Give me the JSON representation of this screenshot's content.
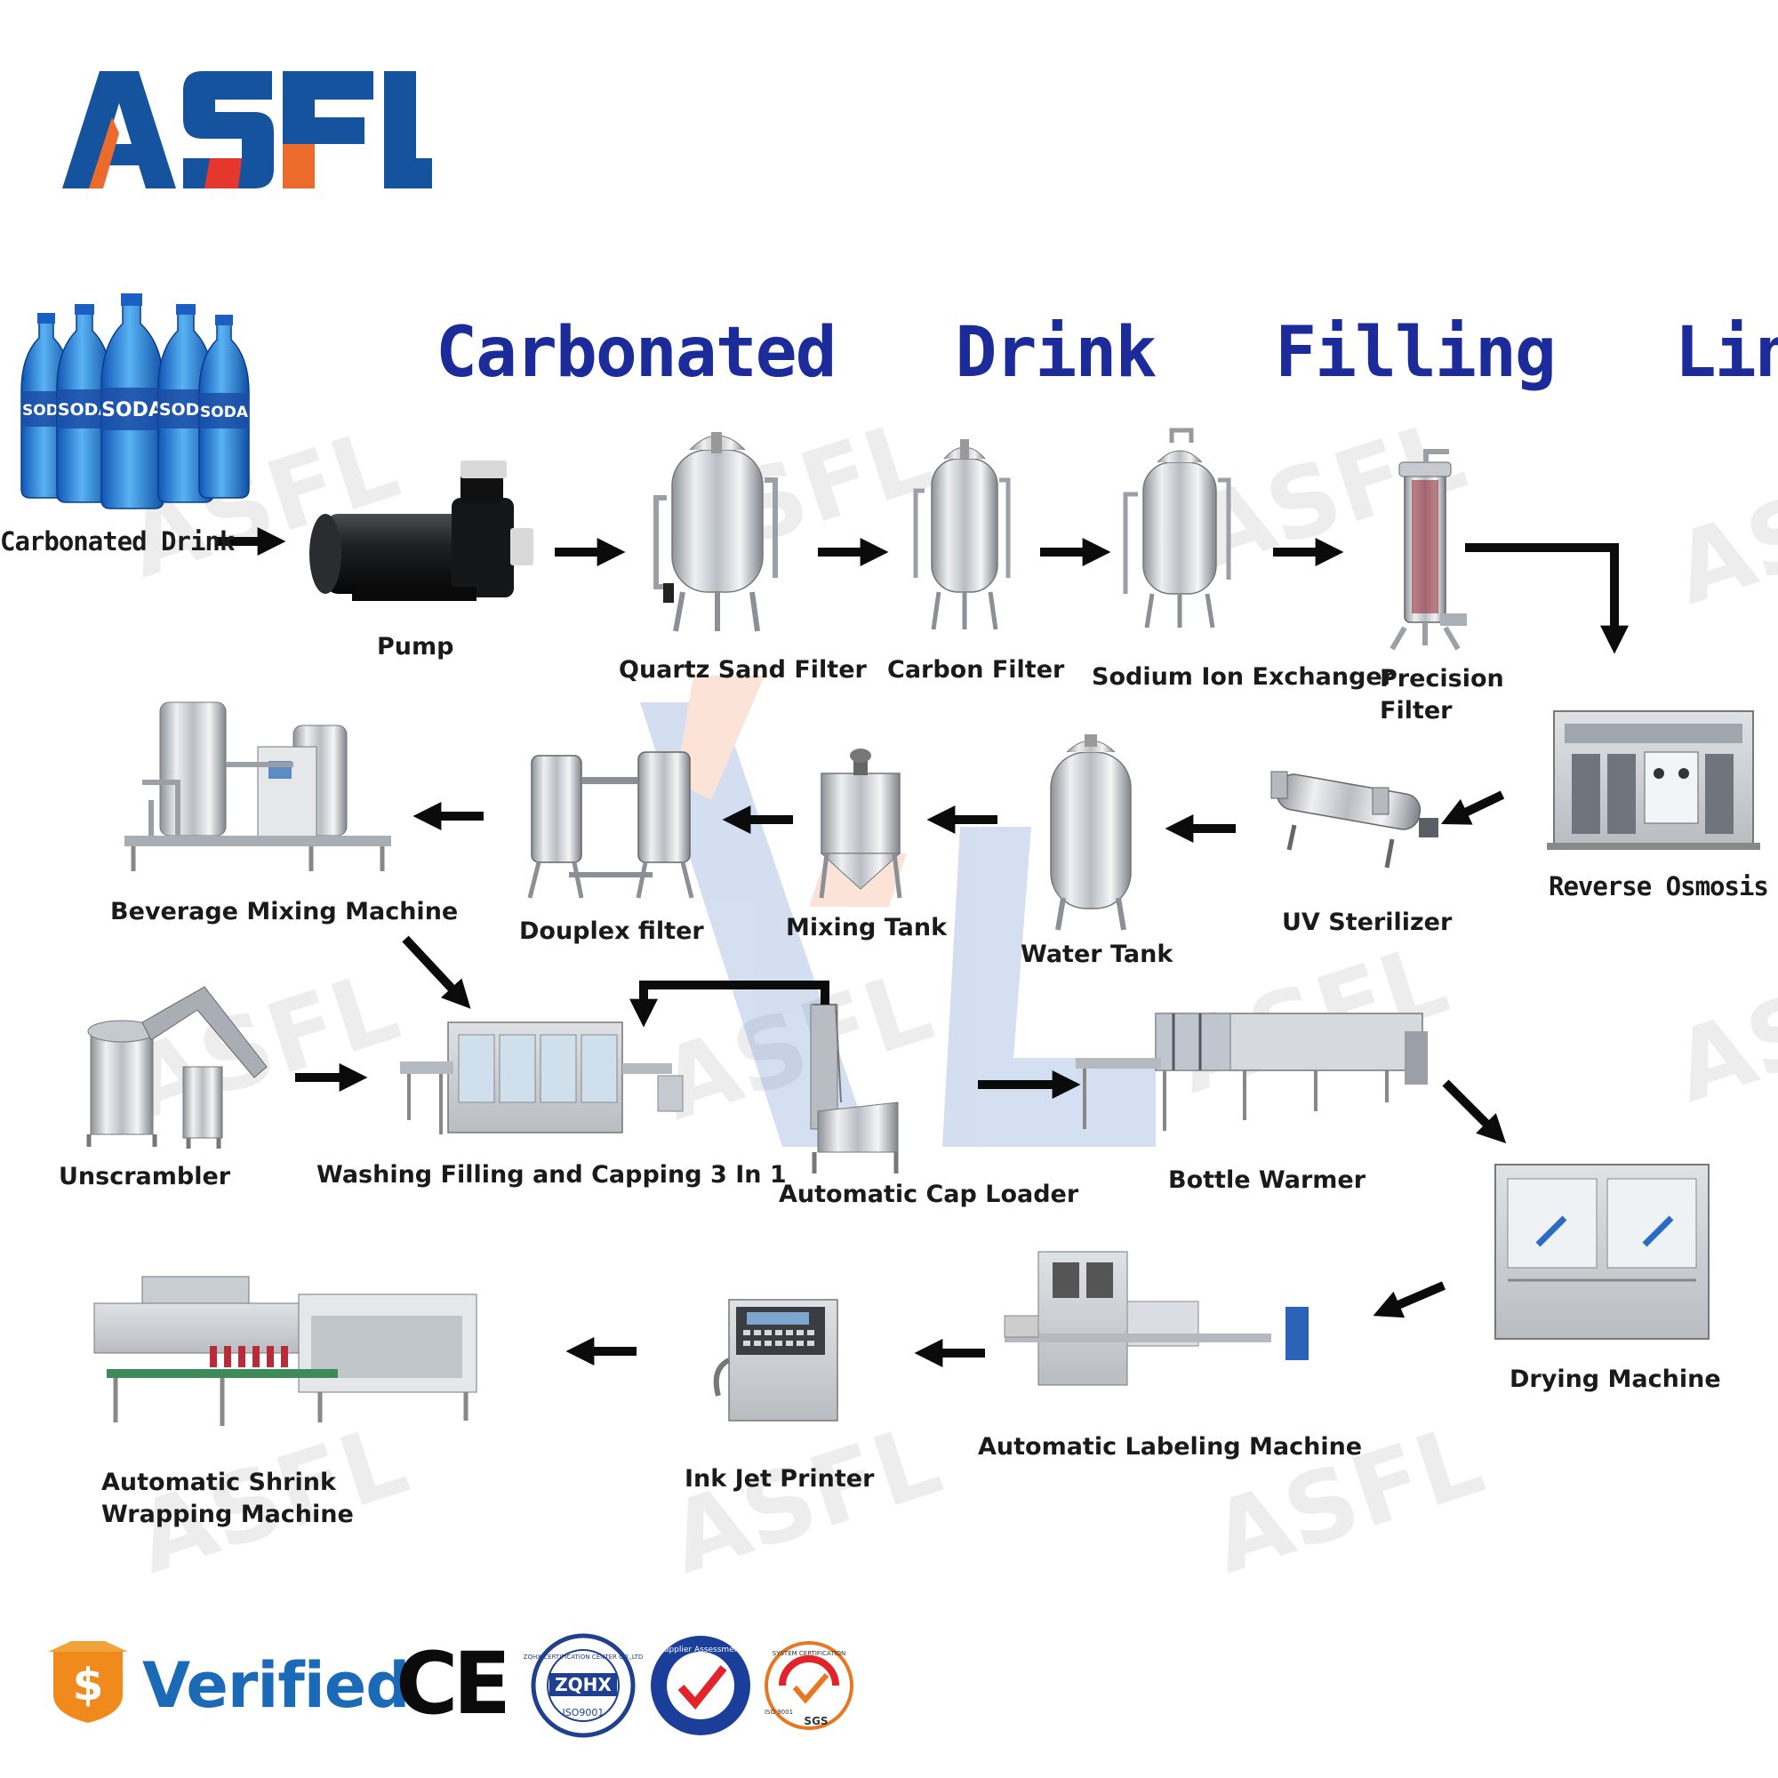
{
  "brand": {
    "logo_text": "ASFL",
    "logo_colors": {
      "blue": "#16539e",
      "orange": "#ec6a2c",
      "red": "#e6372e"
    },
    "watermark_text": "ASFL"
  },
  "title": "Carbonated   Drink   Filling   Line",
  "title_color": "#1c2b9a",
  "product": {
    "label": "Carbonated  Drink",
    "bottle_text": "SODA",
    "bottle_color": "#2c7fd8"
  },
  "stages": [
    {
      "id": "pump",
      "label": "Pump"
    },
    {
      "id": "quartz-sand-filter",
      "label": "Quartz Sand Filter"
    },
    {
      "id": "carbon-filter",
      "label": "Carbon Filter"
    },
    {
      "id": "sodium-ion-exchanger",
      "label": "Sodium Ion Exchanger"
    },
    {
      "id": "precision-filter",
      "label": "Precision\nFilter"
    },
    {
      "id": "reverse-osmosis",
      "label": "Reverse  Osmosis"
    },
    {
      "id": "uv-sterilizer",
      "label": "UV Sterilizer"
    },
    {
      "id": "water-tank",
      "label": "Water Tank"
    },
    {
      "id": "mixing-tank",
      "label": "Mixing Tank"
    },
    {
      "id": "douplex-filter",
      "label": "Douplex filter"
    },
    {
      "id": "beverage-mixing-machine",
      "label": "Beverage Mixing Machine"
    },
    {
      "id": "unscrambler",
      "label": "Unscrambler"
    },
    {
      "id": "washing-filling-capping",
      "label": "Washing Filling and Capping 3 In 1"
    },
    {
      "id": "automatic-cap-loader",
      "label": "Automatic Cap Loader"
    },
    {
      "id": "bottle-warmer",
      "label": "Bottle Warmer"
    },
    {
      "id": "drying-machine",
      "label": "Drying Machine"
    },
    {
      "id": "automatic-labeling-machine",
      "label": "Automatic Labeling Machine"
    },
    {
      "id": "ink-jet-printer",
      "label": "Ink Jet Printer"
    },
    {
      "id": "automatic-shrink-wrapping-machine",
      "label": "Automatic Shrink\nWrapping Machine"
    }
  ],
  "certifications": {
    "verified_label": "Verified",
    "verified_colors": {
      "blue": "#1a6ab8",
      "orange": "#f08a1c"
    },
    "ce_mark": "CE",
    "zqhx_text": "ZQHX",
    "zqhx_ring_text": "ZQHX CERTIFICATION CENTER CO.,LTD",
    "zqhx_iso": "ISO9001",
    "supplier_ring_text": "Supplier Assessment",
    "sgs_text": "SGS",
    "sgs_ring_text": "SYSTEM CERTIFICATION",
    "iso_text": "ISO 9001"
  }
}
